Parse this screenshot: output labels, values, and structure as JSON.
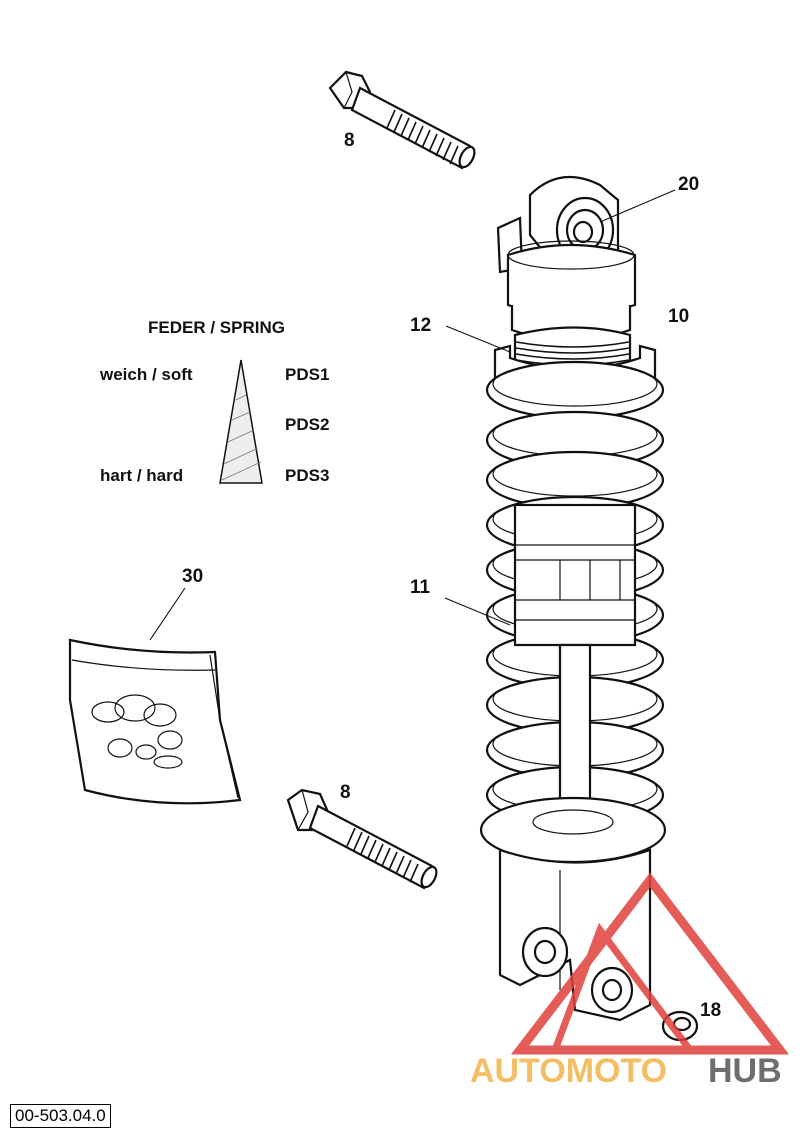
{
  "callouts": {
    "bolt_top": "8",
    "bolt_bottom": "8",
    "eye": "20",
    "shock": "10",
    "preload_nut": "12",
    "spring": "11",
    "bushing": "18",
    "kit": "30"
  },
  "spring_table": {
    "title": "FEDER / SPRING",
    "soft": "weich / soft",
    "hard": "hart / hard",
    "options": [
      "PDS1",
      "PDS2",
      "PDS3"
    ]
  },
  "drawing_number": "00-503.04.0",
  "watermark": {
    "brand_left": "AUTOMOTO",
    "brand_right": "HUB",
    "color_primary": "#e0403c",
    "color_accent": "#f2b34a",
    "color_dark": "#555555"
  }
}
